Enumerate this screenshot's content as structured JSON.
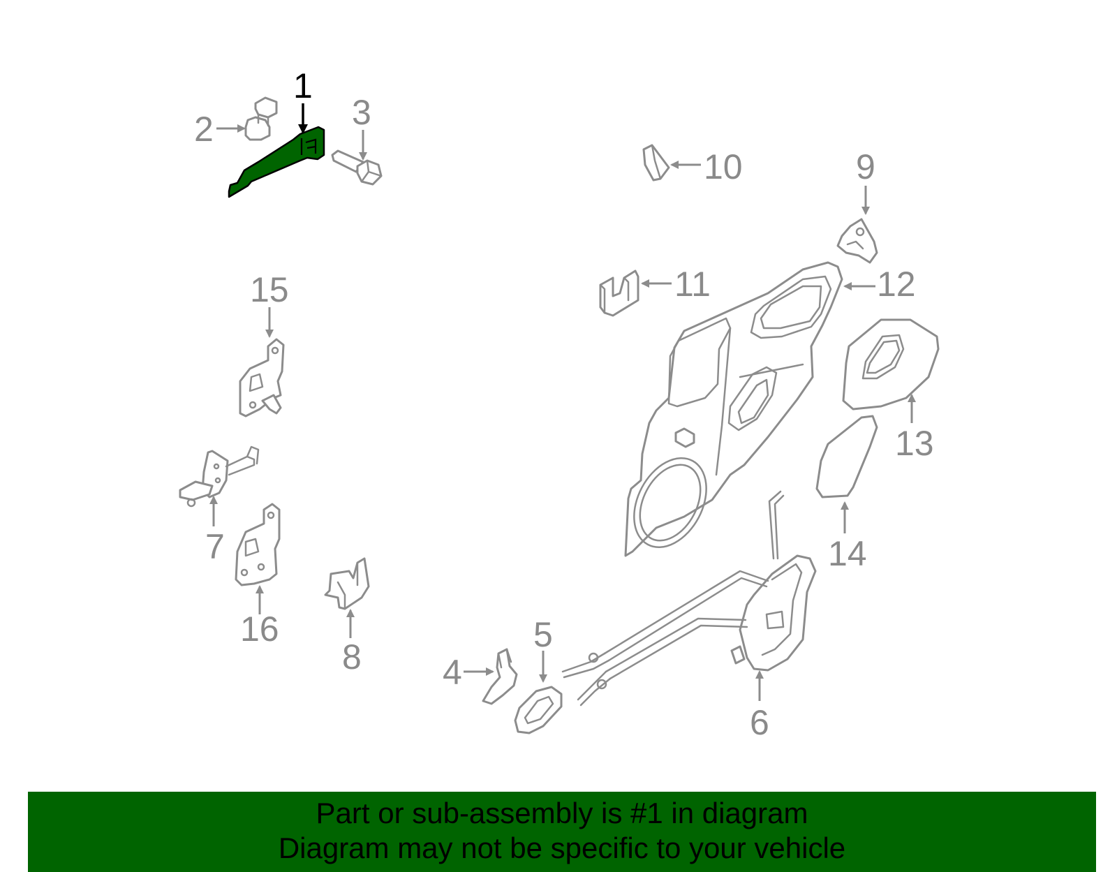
{
  "diagram": {
    "callouts": {
      "c1": "1",
      "c2": "2",
      "c3": "3",
      "c4": "4",
      "c5": "5",
      "c6": "6",
      "c7": "7",
      "c8": "8",
      "c9": "9",
      "c10": "10",
      "c11": "11",
      "c12": "12",
      "c13": "13",
      "c14": "14",
      "c15": "15",
      "c16": "16"
    },
    "highlighted_part": "1",
    "highlight_color": "#006400",
    "line_color": "#8c8c8c"
  },
  "banner": {
    "line1": "Part or sub-assembly is #1 in diagram",
    "line2": "Diagram may not be specific to your vehicle",
    "background": "#006400"
  }
}
